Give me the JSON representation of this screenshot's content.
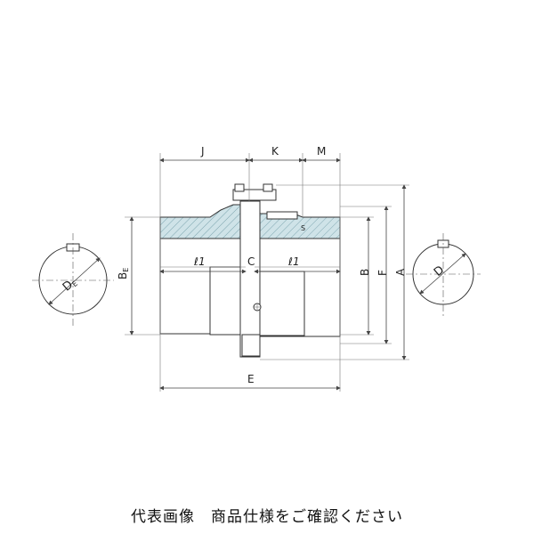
{
  "labels": {
    "J": "J",
    "K": "K",
    "M": "M",
    "C": "C",
    "l1_left": "ℓ1",
    "l1_right": "ℓ1",
    "E": "E",
    "B": "B",
    "F": "F",
    "A": "A",
    "BE": "BE",
    "DE": "DE",
    "D": "D",
    "S": "S"
  },
  "caption": "代表画像　商品仕様をご確認ください",
  "colors": {
    "hatch_fill": "#cfe3e8",
    "hatch_line": "#7ea6b0",
    "line": "#333333"
  }
}
